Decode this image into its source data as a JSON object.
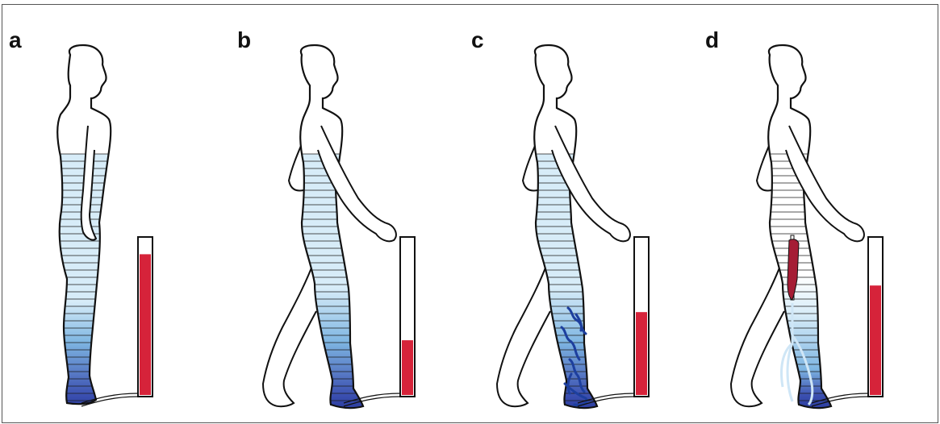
{
  "panels": [
    {
      "label": "a",
      "pose": "standing",
      "gauge_level": 0.9,
      "pattern": "none"
    },
    {
      "label": "b",
      "pose": "walking",
      "gauge_level": 0.35,
      "pattern": "none"
    },
    {
      "label": "c",
      "pose": "walking",
      "gauge_level": 0.53,
      "pattern": "varicose"
    },
    {
      "label": "d",
      "pose": "walking",
      "gauge_level": 0.7,
      "pattern": "thrombosis"
    }
  ],
  "colors": {
    "fill_light": "#d7ecf8",
    "fill_mid": "#7fb6e2",
    "fill_deep": "#1c2a8f",
    "gauge_fill": "#d6233a",
    "vein_red": "#a51d35",
    "outline": "#111111"
  }
}
